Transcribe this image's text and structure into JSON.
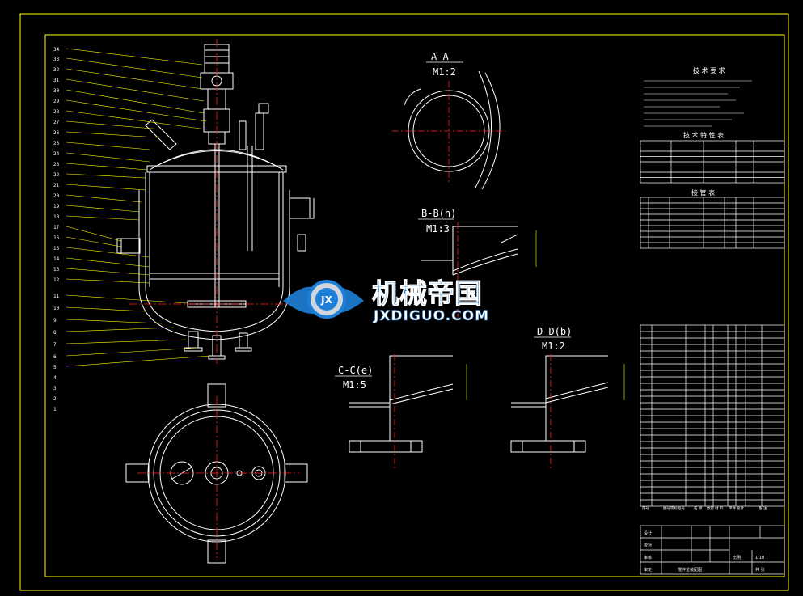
{
  "section_views": {
    "a": {
      "title": "A-A",
      "scale": "M1:2"
    },
    "b": {
      "title": "B-B(h)",
      "scale": "M1:3"
    },
    "c": {
      "title": "C-C(e)",
      "scale": "M1:5"
    },
    "d": {
      "title": "D-D(b)",
      "scale": "M1:2"
    }
  },
  "tables": {
    "tech_requirements_title": "技 术 要 求",
    "tech_characteristics_title": "技 术 特 性 表",
    "nozzle_table_title": "接 管 表",
    "parts_header": [
      "序号",
      "图号或标准号",
      "名 称",
      "数量",
      "材 料",
      "单件",
      "总计",
      "备 注"
    ]
  },
  "title_block": {
    "designer": "设计",
    "checker": "校对",
    "reviewer": "审核",
    "approver": "审定",
    "drawing_name": "搅拌釜装配图",
    "scale_label": "比例",
    "scale_value": "1:10",
    "sheet": "共 张"
  },
  "watermark": {
    "logo_text": "JX",
    "name": "机械帝国",
    "domain": "JXDIGUO.COM"
  },
  "callout_numbers": [
    "34",
    "33",
    "32",
    "31",
    "30",
    "29",
    "28",
    "27",
    "26",
    "25",
    "24",
    "23",
    "22",
    "21",
    "20",
    "19",
    "18",
    "17",
    "16",
    "15",
    "14",
    "13",
    "12",
    "11",
    "10",
    "9",
    "8",
    "7",
    "6",
    "5",
    "4",
    "3",
    "2",
    "1"
  ],
  "colors": {
    "background": "#000000",
    "frame": "#ffff00",
    "outline": "#ffffff",
    "centerline": "#ff2020",
    "leader": "#ffff00",
    "hatch": "#ffffff",
    "watermark_blue": "#1e7fd8"
  }
}
